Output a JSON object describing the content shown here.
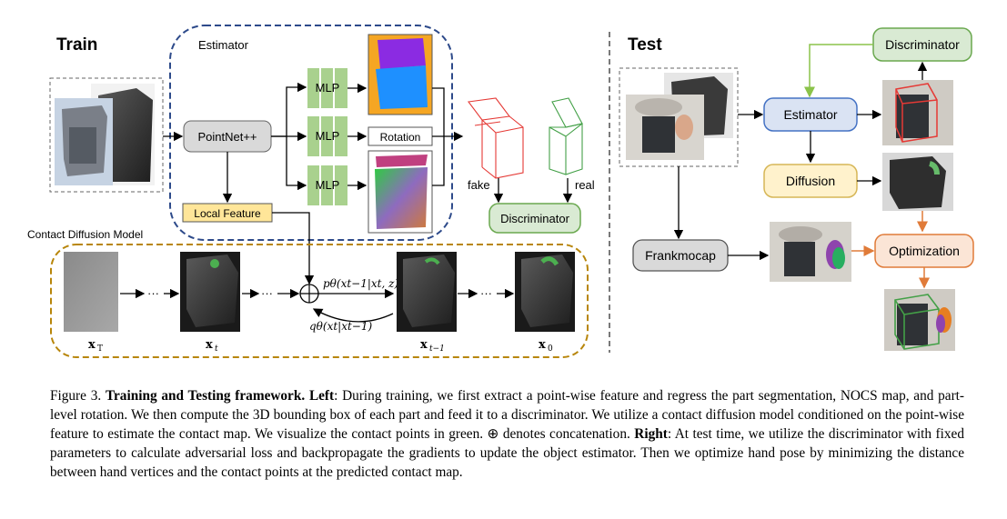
{
  "train": {
    "title": "Train",
    "estimator_label": "Estimator",
    "pointnet_label": "PointNet++",
    "mlp_label": "MLP",
    "rotation_label": "Rotation",
    "local_feature_label": "Local Feature",
    "fake_label": "fake",
    "real_label": "real",
    "discriminator_label": "Discriminator",
    "contact_diffusion_label": "Contact Diffusion Model",
    "ellipsis": "···",
    "xT": "x",
    "xT_sub": "T",
    "xt": "x",
    "xt_sub": "t",
    "xt1": "x",
    "xt1_sub": "t−1",
    "x0": "x",
    "x0_sub": "0",
    "p_theta": "pθ(xt−1|xt, z)",
    "q_theta": "qθ(xt|xt−1)"
  },
  "test": {
    "title": "Test",
    "discriminator_label": "Discriminator",
    "estimator_label": "Estimator",
    "diffusion_label": "Diffusion",
    "frankmocap_label": "Frankmocap",
    "optimization_label": "Optimization"
  },
  "colors": {
    "estimator_border": "#2d4a8a",
    "diffusion_border": "#b8860b",
    "mlp_fill": "#a9d18e",
    "gray_box": "#d9d9d9",
    "local_feature": "#ffe699",
    "discriminator_fill": "#d9ead3",
    "discriminator_border": "#6aa84f",
    "estimator_fill": "#dae3f3",
    "estimator_stroke": "#4472c4",
    "diffusion_fill": "#fff2cc",
    "diffusion_stroke": "#d6b656",
    "optimization_fill": "#fbe5d6",
    "optimization_stroke": "#e07b39"
  },
  "caption": {
    "figure_label": "Figure 3.",
    "bold_title": "Training and Testing framework.",
    "left_label": "Left",
    "left_text": ": During training, we first extract a point-wise feature and regress the part segmentation, NOCS map, and part-level rotation. We then compute the 3D bounding box of each part and feed it to a discriminator. We utilize a contact diffusion model conditioned on the point-wise feature to estimate the contact map. We visualize the contact points in green. ",
    "oplus": "⊕",
    "left_text2": " denotes concatenation. ",
    "right_label": "Right",
    "right_text": ": At test time, we utilize the discriminator with fixed parameters to calculate adversarial loss and backpropagate the gradients to update the object estimator. Then we optimize hand pose by minimizing the distance between hand vertices and the contact points at the predicted contact map."
  }
}
